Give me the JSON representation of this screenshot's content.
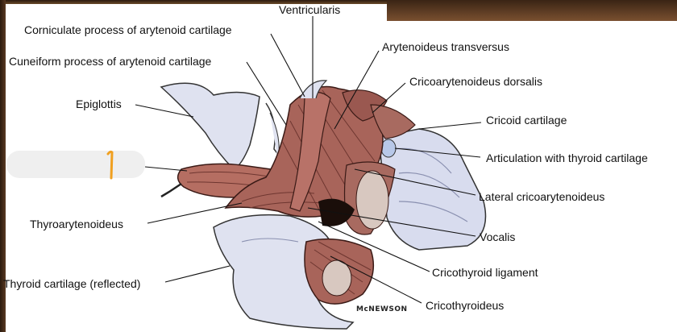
{
  "labels": {
    "ventricularis": "Ventricularis",
    "corniculate": "Corniculate process of arytenoid cartilage",
    "cuneiform": "Cuneiform process of arytenoid cartilage",
    "epiglottis": "Epiglottis",
    "thyroarytenoideus": "Thyroarytenoideus",
    "thyroid_cartilage": "Thyroid cartilage (reflected)",
    "arytenoideus_transversus": "Arytenoideus transversus",
    "cricoarytenoideus_dorsalis": "Cricoarytenoideus dorsalis",
    "cricoid_cartilage": "Cricoid cartilage",
    "articulation": "Articulation with thyroid cartilage",
    "lateral_cricoarytenoideus": "Lateral cricoarytenoideus",
    "vocalis": "Vocalis",
    "cricothyroid_ligament": "Cricothyroid ligament",
    "cricothyroideus": "Cricothyroideus"
  },
  "signature": "McNEWSON",
  "colors": {
    "muscle": "#a8645a",
    "muscle_dark": "#6e3630",
    "cartilage": "#d8dcee",
    "cartilage_shade": "#aab0cc",
    "pen_mark": "#f0a020",
    "redaction": "#efefef"
  }
}
